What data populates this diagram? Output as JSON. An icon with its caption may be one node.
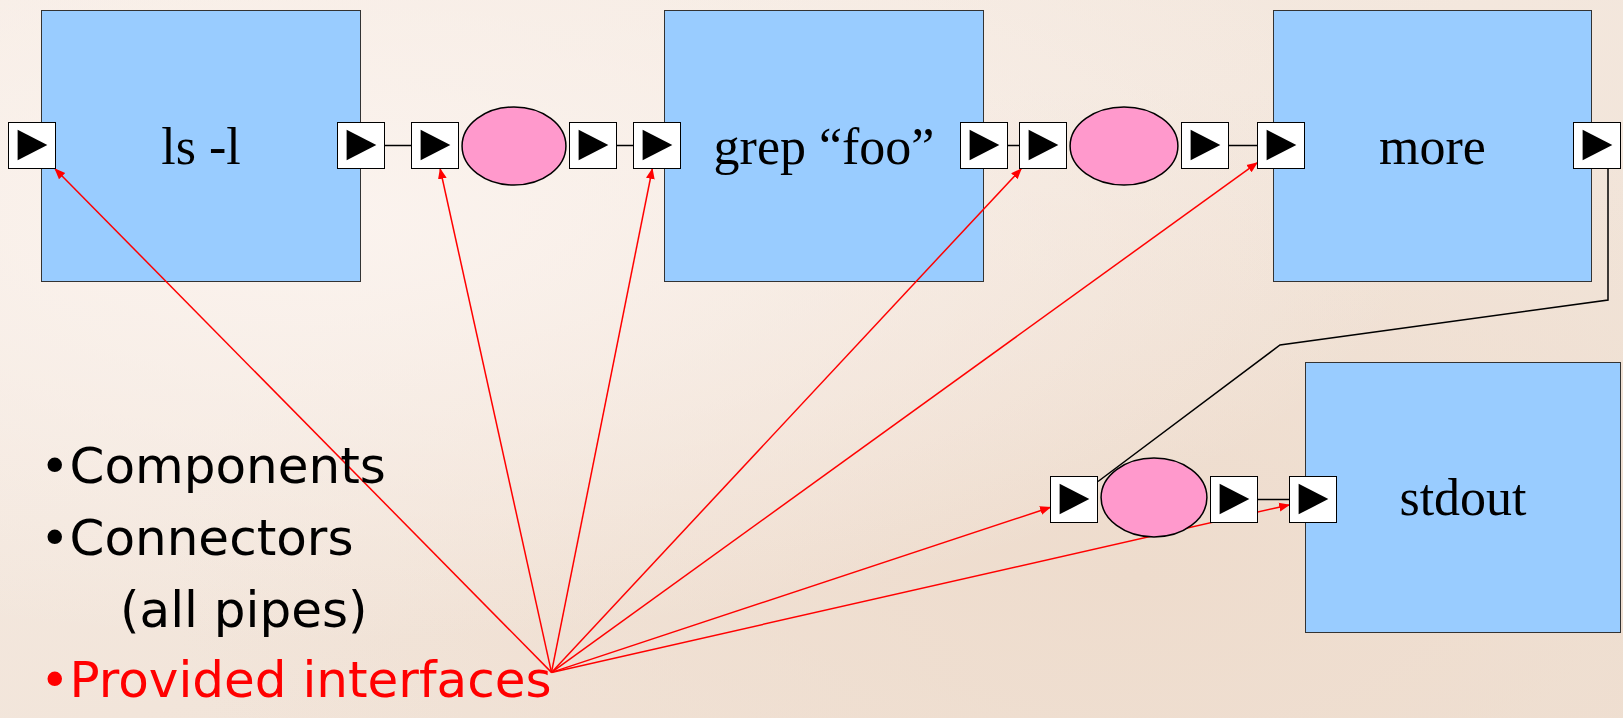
{
  "diagram": {
    "nodes": [
      {
        "text": [],
        "shape": "box"
      },
      {
        "text": [
          "ls -l"
        ]
      },
      {
        "text": [],
        "shape": "box"
      },
      {
        "text": [],
        "shape": "box"
      },
      {
        "text": [],
        "shape": "ellipse"
      },
      {
        "text": [],
        "shape": "box"
      },
      {
        "text": [],
        "shape": "box"
      },
      {
        "text": [
          "grep “foo”"
        ]
      },
      {
        "text": [],
        "shape": "box"
      },
      {
        "text": [],
        "shape": "box"
      },
      {
        "text": [],
        "shape": "ellipse"
      },
      {
        "text": [],
        "shape": "box"
      },
      {
        "text": [],
        "shape": "box"
      },
      {
        "text": [
          "more"
        ]
      },
      {
        "text": [],
        "shape": "box"
      },
      {
        "text": [],
        "shape": "box"
      },
      {
        "text": [],
        "shape": "ellipse"
      },
      {
        "text": [],
        "shape": "box"
      },
      {
        "text": [],
        "shape": "box"
      },
      {
        "text": [
          "stdout"
        ]
      },
      {
        "text": [
          "•Provided interfaces"
        ]
      }
    ],
    "edges": [
      {
        "from": 2,
        "to": 3,
        "arrow": "none",
        "color": "#000000"
      },
      {
        "from": 5,
        "to": 6,
        "arrow": "none",
        "color": "#000000"
      },
      {
        "from": 8,
        "to": 9,
        "arrow": "none",
        "color": "#000000"
      },
      {
        "from": 11,
        "to": 12,
        "arrow": "none",
        "color": "#000000"
      },
      {
        "from": 14,
        "to": 15,
        "arrow": "none",
        "color": "#000000"
      },
      {
        "from": 17,
        "to": 18,
        "arrow": "none",
        "color": "#000000"
      },
      {
        "from": 20,
        "to": 0,
        "arrow": "to",
        "color": "#ff0000"
      },
      {
        "from": 20,
        "to": 3,
        "arrow": "to",
        "color": "#ff0000"
      },
      {
        "from": 20,
        "to": 6,
        "arrow": "to",
        "color": "#ff0000"
      },
      {
        "from": 20,
        "to": 9,
        "arrow": "to",
        "color": "#ff0000"
      },
      {
        "from": 20,
        "to": 12,
        "arrow": "to",
        "color": "#ff0000"
      },
      {
        "from": 20,
        "to": 15,
        "arrow": "to",
        "color": "#ff0000"
      },
      {
        "from": 20,
        "to": 18,
        "arrow": "to",
        "color": "#ff0000"
      }
    ],
    "labels": [
      "•Components",
      "•Connectors (all pipes)"
    ]
  }
}
